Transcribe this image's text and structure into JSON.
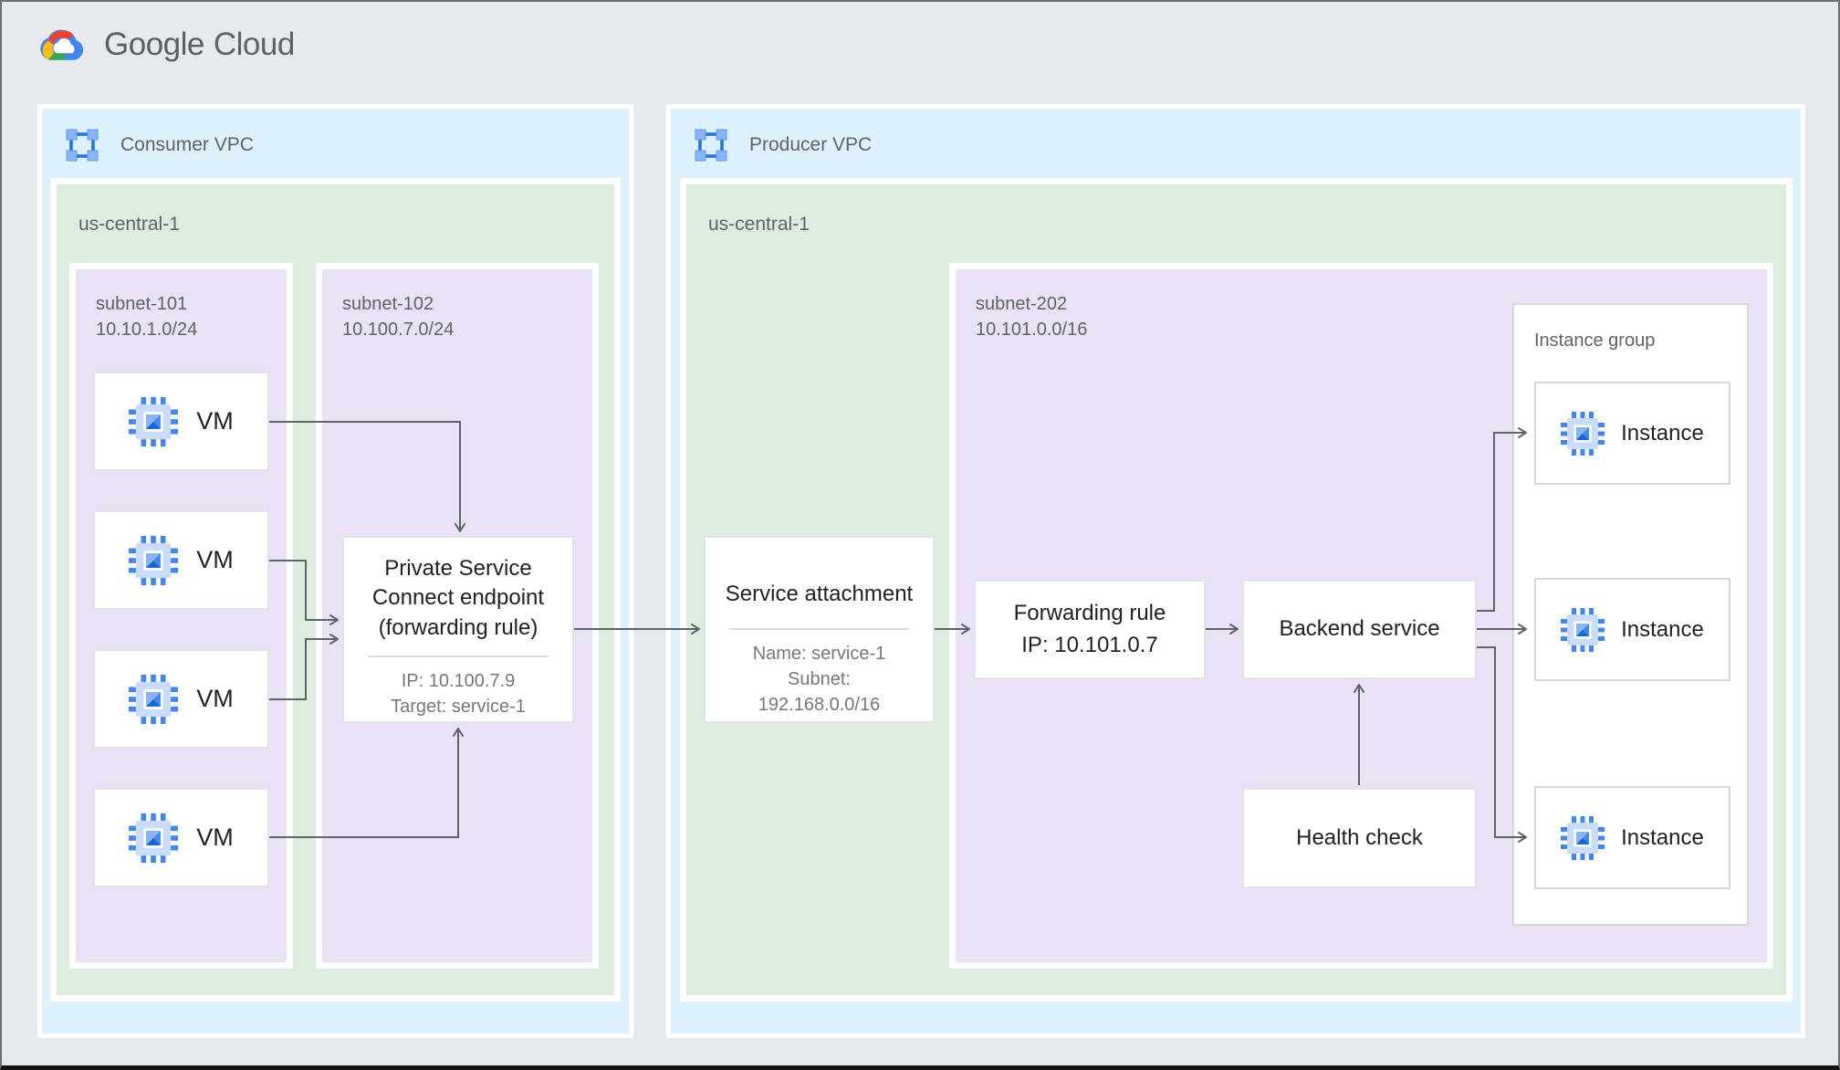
{
  "header": {
    "brand_google": "Google",
    "brand_cloud": "Cloud"
  },
  "colors": {
    "vpc_bg": "#ddf1fc",
    "region_bg": "#dcecdf",
    "subnet_bg": "#e9e1f5",
    "node_bg": "#ffffff",
    "arrow": "#5f6368",
    "icon_blue": "#4285f4",
    "icon_light_blue": "#8ab4f8",
    "title_text": "#202124",
    "muted_text": "#5f6368"
  },
  "consumer": {
    "vpc_label": "Consumer VPC",
    "region_label": "us-central-1",
    "subnet101": {
      "name": "subnet-101",
      "cidr": "10.10.1.0/24"
    },
    "subnet102": {
      "name": "subnet-102",
      "cidr": "10.100.7.0/24"
    },
    "vms": [
      "VM",
      "VM",
      "VM",
      "VM"
    ],
    "psc": {
      "title": "Private Service Connect endpoint (forwarding rule)",
      "ip": "IP: 10.100.7.9",
      "target": "Target: service-1"
    }
  },
  "producer": {
    "vpc_label": "Producer VPC",
    "region_label": "us-central-1",
    "subnet202": {
      "name": "subnet-202",
      "cidr": "10.101.0.0/16"
    },
    "service_attachment": {
      "title": "Service attachment",
      "name": "Name: service-1",
      "subnet_label": "Subnet:",
      "subnet_cidr": "192.168.0.0/16"
    },
    "forwarding_rule": {
      "title": "Forwarding rule",
      "ip": "IP: 10.101.0.7"
    },
    "backend_service": {
      "title": "Backend service"
    },
    "health_check": {
      "title": "Health check"
    },
    "instance_group": {
      "label": "Instance group",
      "instances": [
        "Instance",
        "Instance",
        "Instance"
      ]
    }
  }
}
